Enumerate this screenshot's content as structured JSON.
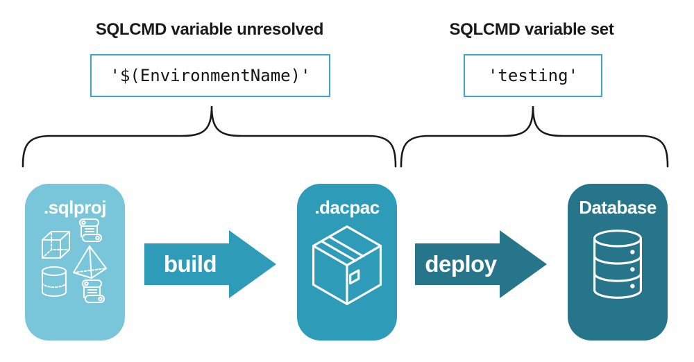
{
  "sections": [
    {
      "heading": "SQLCMD variable unresolved",
      "code": "'$(EnvironmentName)'"
    },
    {
      "heading": "SQLCMD variable set",
      "code": "'testing'"
    }
  ],
  "nodes": [
    {
      "label": ".sqlproj",
      "icon": "sql-schema-objects-icon"
    },
    {
      "label": ".dacpac",
      "icon": "package-box-icon"
    },
    {
      "label": "Database",
      "icon": "database-cylinder-icon"
    }
  ],
  "arrows": [
    {
      "label": "build"
    },
    {
      "label": "deploy"
    }
  ],
  "colors": {
    "node_sqlproj": "#79C6DB",
    "node_dacpac": "#2E9CB8",
    "node_database": "#26758B",
    "arrow_build": "#2E9CB8",
    "arrow_deploy": "#26758B",
    "code_box_border": "#3BA6C2",
    "ink": "#1A1A1A",
    "icon_white": "#FFFFFF"
  }
}
